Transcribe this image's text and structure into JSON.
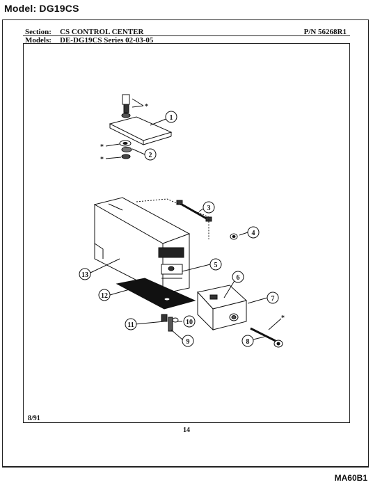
{
  "header": {
    "model_title": "Model:  DG19CS",
    "section_label": "Section:",
    "section_value": "CS CONTROL CENTER",
    "part_number": "P/N 56268R1",
    "models_label": "Models:",
    "models_value": "DE-DG19CS  Series 02-03-05"
  },
  "footer": {
    "date": "8/91",
    "page": "14",
    "doc_code": "MA60B1"
  },
  "callouts": [
    "1",
    "2",
    "3",
    "4",
    "5",
    "6",
    "7",
    "8",
    "9",
    "10",
    "11",
    "12",
    "13"
  ],
  "asterisk": "*"
}
